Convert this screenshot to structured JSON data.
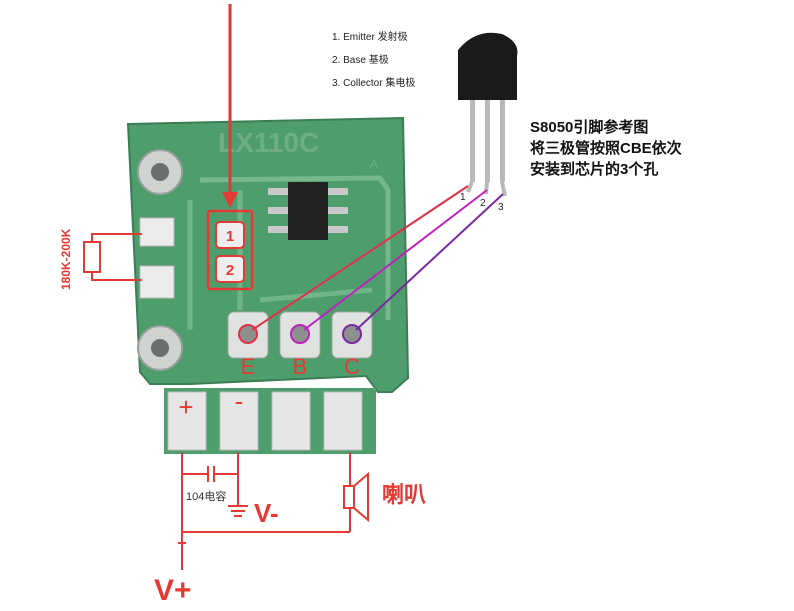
{
  "board": {
    "model_label": "LX110C",
    "pads": {
      "pad1": "1",
      "pad2": "2",
      "emitter": "E",
      "base": "B",
      "collector": "C",
      "plus": "+",
      "minus": "-"
    },
    "resistor_label": "180K-200K"
  },
  "legend": {
    "items": [
      "1. Emitter  发射极",
      "2. Base    基极",
      "3. Collector  集电极"
    ]
  },
  "transistor": {
    "pin_numbers": [
      "1",
      "2",
      "3"
    ],
    "note_lines": [
      "S8050引脚参考图",
      "将三极管按照CBE依次",
      "安装到芯片的3个孔"
    ]
  },
  "circuit": {
    "capacitor_label": "104电容",
    "v_minus_label": "V-",
    "v_plus_label": "V+",
    "speaker_label": "喇叭"
  },
  "colors": {
    "red": "#e53935",
    "pcb_green": "#4a9a6a",
    "wire_red": "#e0304a",
    "wire_magenta": "#c020c0",
    "wire_purple": "#7a2aa0"
  }
}
